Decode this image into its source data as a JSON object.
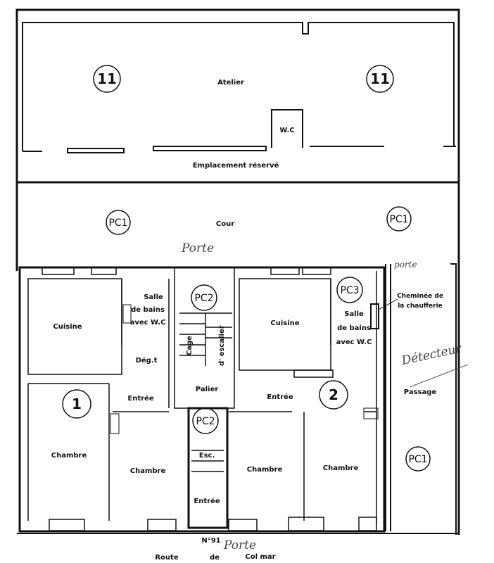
{
  "workshop": {
    "title": "Atelier",
    "unit_numbers": [
      "11",
      "11"
    ],
    "wc": "W.C",
    "reserved": "Emplacement réservé"
  },
  "courtyard": {
    "label": "Cour",
    "markers": [
      "PC1",
      "PC1"
    ],
    "handwritten_note": "Porte"
  },
  "apartment1": {
    "number": "1",
    "kitchen": "Cuisine",
    "bath": [
      "Salle",
      "de bains",
      "avec W.C"
    ],
    "hall": "Dég.t",
    "entry": "Entrée",
    "rooms": [
      "Chambre",
      "Chambre"
    ]
  },
  "stairs": {
    "markers": [
      "PC2",
      "PC2"
    ],
    "cage": "Cage",
    "escalier": "d' escalier",
    "landing": "Palier",
    "esc": "Esc.",
    "entry": "Entrée"
  },
  "apartment2": {
    "number": "2",
    "marker": "PC3",
    "kitchen": "Cuisine",
    "bath": [
      "Salle",
      "de bains",
      "avec W.C"
    ],
    "entry": "Entrée",
    "rooms": [
      "Chambre",
      "Chambre"
    ]
  },
  "passage": {
    "chimney": [
      "Cheminée de",
      "la chaufferie"
    ],
    "label": "Passage",
    "marker": "PC1",
    "handwritten_top": "porte",
    "handwritten_detector": "Détecteur"
  },
  "street": {
    "number": "N°91",
    "words": [
      "Route",
      "de",
      "Col mar"
    ],
    "handwritten_note": "Porte"
  }
}
